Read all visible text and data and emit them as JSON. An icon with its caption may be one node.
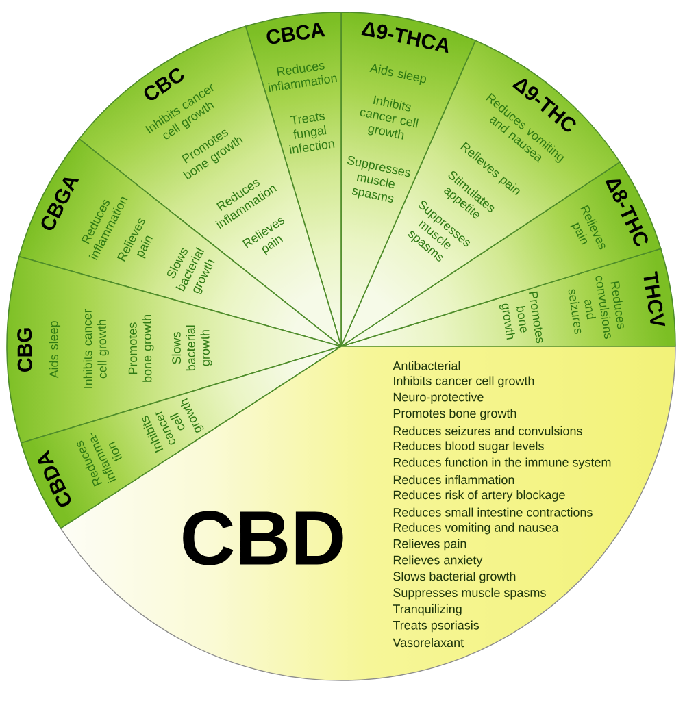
{
  "diagram": {
    "nodes": [
      {
        "text": [
          "CBDA",
          "Reduces inflamma- tion",
          "Inhibits cancer cell growth"
        ]
      },
      {
        "text": [
          "CBG",
          "Aids sleep",
          "Inhibits cancer cell growth",
          "Promotes bone growth",
          "Slows bacterial growth"
        ]
      },
      {
        "text": [
          "CBGA",
          "Reduces inflammation",
          "Relieves pain",
          "Slows bacterial growth"
        ]
      },
      {
        "text": [
          "CBC",
          "Inhibits cancer cell growth",
          "Promotes bone growth",
          "Reduces inflammation",
          "Relieves pain"
        ]
      },
      {
        "text": [
          "CBCA",
          "Reduces inflammation",
          "Treats fungal infection"
        ]
      },
      {
        "text": [
          "Δ9-THCA",
          "Aids sleep",
          "Inhibits cancer cell growth",
          "Suppresses muscle spasms"
        ]
      },
      {
        "text": [
          "Δ9-THC",
          "Reduces vomiting and nausea",
          "Relieves pain",
          "Stimulates appetite",
          "Suppresses muscle spasms"
        ]
      },
      {
        "text": [
          "Δ8-THC",
          "Relieves pain"
        ]
      },
      {
        "text": [
          "THCV",
          "Reduces convulsions and seizures",
          "Promotes bone growth"
        ]
      },
      {
        "text": [
          "CBD",
          "Antibacterial",
          "Inhibits cancer cell growth",
          "Neuro-protective",
          "Promotes bone growth",
          "Reduces seizures and convulsions",
          "Reduces blood sugar levels",
          "Reduces function in the immune system",
          "Reduces inflammation",
          "Reduces risk of artery blockage",
          "Reduces small intestine contractions",
          "Reduces vomiting and nausea",
          "Relieves pain",
          "Relieves anxiety",
          "Slows bacterial growth",
          "Suppresses muscle spasms",
          "Tranquilizing",
          "Treats psoriasis",
          "Vasorelaxant"
        ]
      }
    ]
  }
}
